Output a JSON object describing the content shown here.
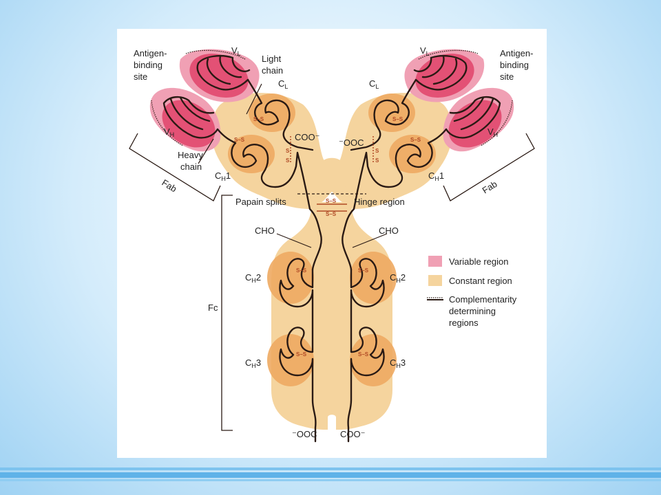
{
  "labels": {
    "antigen_binding_left": [
      "Antigen-",
      "binding",
      "site"
    ],
    "antigen_binding_right": [
      "Antigen-",
      "binding",
      "site"
    ],
    "light_chain": [
      "Light",
      "chain"
    ],
    "heavy_chain": [
      "Heavy",
      "chain"
    ],
    "v_l": "V",
    "v_l_sub": "L",
    "v_h": "V",
    "v_h_sub": "H",
    "c_l": "C",
    "c_l_sub": "L",
    "c_h": "C",
    "c_h_sub": "H",
    "num_1": "1",
    "num_2": "2",
    "num_3": "3",
    "coo_left": "COO⁻",
    "ooc_right": "⁻OOC",
    "fab": "Fab",
    "papain_splits": "Papain splits",
    "hinge_region": "Hinge region",
    "cho": "CHO",
    "fc": "Fc",
    "ooc_bottom": "⁻OOC",
    "coo_bottom": "COO⁻",
    "ss": "S–S",
    "s": "S"
  },
  "legend": {
    "variable": "Variable region",
    "constant": "Constant region",
    "cdr": [
      "Complementarity",
      "determining",
      "regions"
    ]
  },
  "colors": {
    "variable": "#f0a0b4",
    "variable_dark": "#e0436a",
    "constant": "#f5d49e",
    "constant_dark": "#eeaa62",
    "chain": "#2a1a14"
  }
}
